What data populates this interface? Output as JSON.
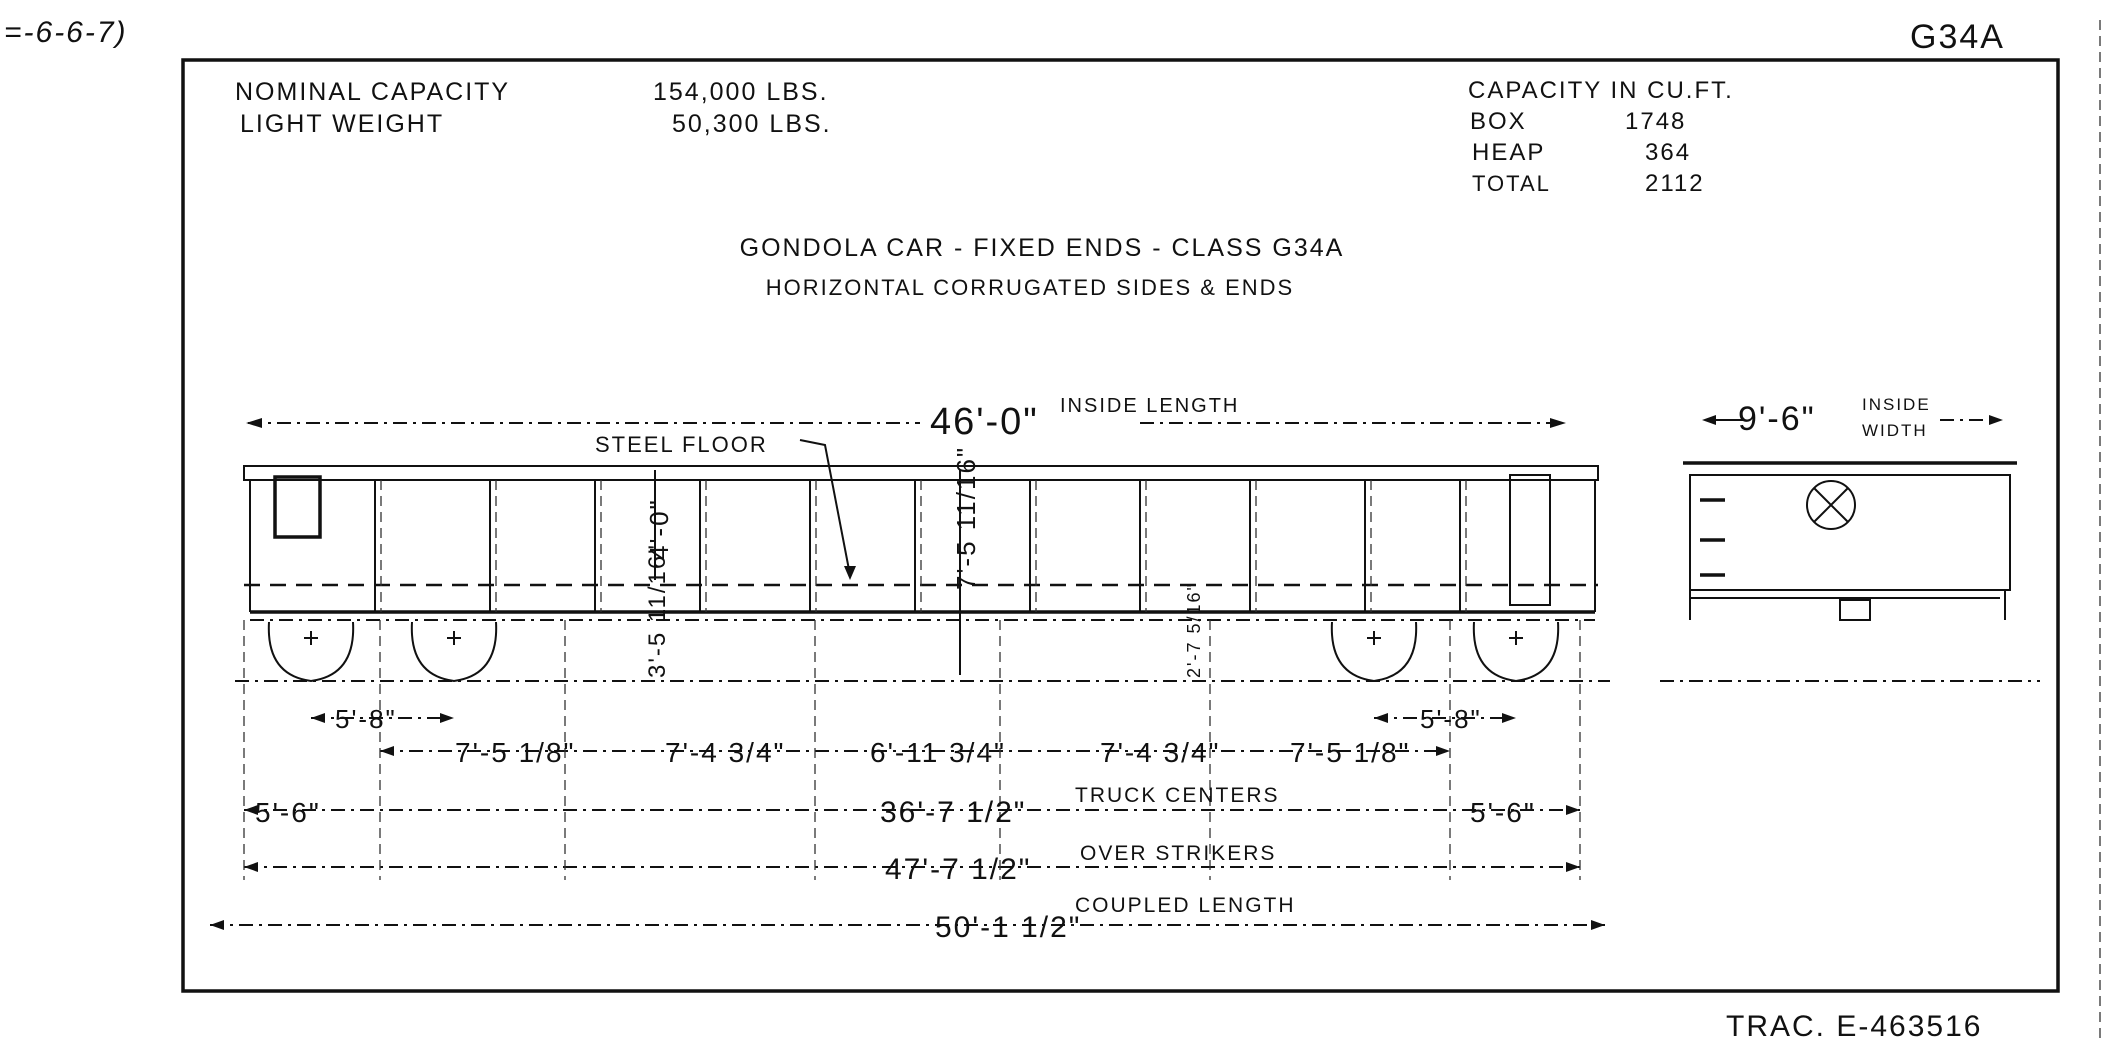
{
  "drawing": {
    "corner_note": "=-6-6-7)",
    "class_code": "G34A",
    "tracing_number": "TRAC. E-463516",
    "specs": {
      "nominal_capacity_label": "NOMINAL CAPACITY",
      "nominal_capacity_value": "154,000 LBS.",
      "light_weight_label": "LIGHT WEIGHT",
      "light_weight_value": "50,300 LBS."
    },
    "capacity": {
      "heading": "CAPACITY IN CU.FT.",
      "rows": [
        {
          "label": "BOX",
          "value": "1748"
        },
        {
          "label": "HEAP",
          "value": "364"
        },
        {
          "label": "TOTAL",
          "value": "2112"
        }
      ]
    },
    "title_line1": "GONDOLA CAR - FIXED ENDS - CLASS G34A",
    "title_line2": "HORIZONTAL CORRUGATED SIDES & ENDS",
    "side_view": {
      "inside_length_value": "46'-0\"",
      "inside_length_label": "INSIDE LENGTH",
      "steel_floor_label": "STEEL FLOOR",
      "side_height": "4'-0\"",
      "overall_height": "7'-5 11/16\"",
      "floor_height": "3'-5 11/16\"",
      "underframe_height": "2'-7 5/16\""
    },
    "end_view": {
      "inside_width_value": "9'-6\"",
      "inside_width_label_1": "INSIDE",
      "inside_width_label_2": "WIDTH"
    },
    "dimensions": {
      "wheelbase_left": "5'-8\"",
      "wheelbase_right": "5'-8\"",
      "spacing": [
        "7'-5 1/8\"",
        "7'-4 3/4\"",
        "6'-11 3/4\"",
        "7'-4 3/4\"",
        "7'-5 1/8\""
      ],
      "overhang_left": "5'-6\"",
      "overhang_right": "5'-6\"",
      "truck_centers_value": "36'-7 1/2\"",
      "truck_centers_label": "TRUCK CENTERS",
      "over_strikers_value": "47'-7 1/2\"",
      "over_strikers_label": "OVER STRIKERS",
      "coupled_length_value": "50'-1 1/2\"",
      "coupled_length_label": "COUPLED LENGTH"
    }
  }
}
